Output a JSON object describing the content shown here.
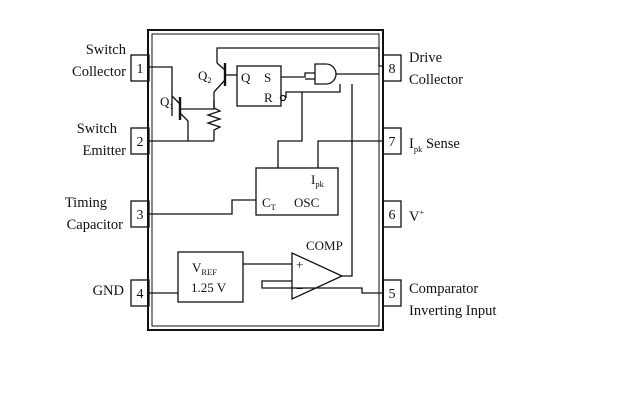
{
  "pins_left": [
    {
      "num": "1",
      "label_line1": "Switch",
      "label_line2": "Collector"
    },
    {
      "num": "2",
      "label_line1": "Switch",
      "label_line2": "Emitter"
    },
    {
      "num": "3",
      "label_line1": "Timing",
      "label_line2": "Capacitor"
    },
    {
      "num": "4",
      "label_line1": "GND",
      "label_line2": ""
    }
  ],
  "pins_right": [
    {
      "num": "8",
      "label_line1": "Drive",
      "label_line2": "Collector"
    },
    {
      "num": "7",
      "label_main": "I",
      "label_sub": "pk",
      "label_rest": " Sense"
    },
    {
      "num": "6",
      "label_main": "V",
      "label_sup": "+"
    },
    {
      "num": "5",
      "label_line1": "Comparator",
      "label_line2": "Inverting Input"
    }
  ],
  "transistors": {
    "q1": {
      "main": "Q",
      "sub": "1"
    },
    "q2": {
      "main": "Q",
      "sub": "2"
    }
  },
  "flipflop": {
    "q": "Q",
    "s": "S",
    "r": "R"
  },
  "oscillator": {
    "ct_main": "C",
    "ct_sub": "T",
    "ipk_main": "I",
    "ipk_sub": "pk",
    "osc": "OSC"
  },
  "vref": {
    "main": "V",
    "sub": "REF",
    "value": "1.25 V"
  },
  "comparator": {
    "label": "COMP",
    "plus": "+",
    "minus": "−"
  }
}
